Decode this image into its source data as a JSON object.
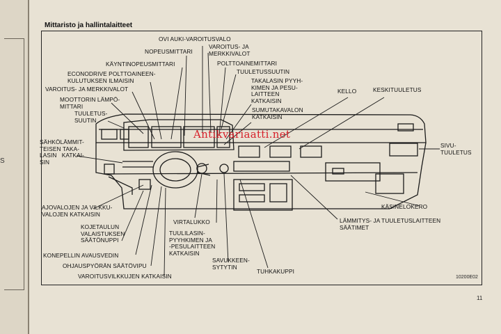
{
  "title": "Mittaristo ja hallintalaitteet",
  "labels": [
    {
      "id": "ovi",
      "text": "OVI AUKI-VAROITUSVALO"
    },
    {
      "id": "nopeus",
      "text": "NOPEUSMITTARI"
    },
    {
      "id": "varoitus_r",
      "text": "VAROITUS- JA\nMERKKIVALOT"
    },
    {
      "id": "kaynti",
      "text": "KÄYNTINOPEUSMITTARI"
    },
    {
      "id": "polttoaine",
      "text": "POLTTOAINEMITTARI"
    },
    {
      "id": "econo",
      "text": "ECONODRIVE POLTTOAINEEN-\nKULUTUKSEN ILMAISIN"
    },
    {
      "id": "tuuletus_r",
      "text": "TUULETUSSUUTIN"
    },
    {
      "id": "takalasi_pyyh",
      "text": "TAKALASIN PYYH-\nKIMEN JA PESU-\nLAITTEEN\nKATKAISIN"
    },
    {
      "id": "varoitus_l",
      "text": "VAROITUS- JA MERKKIVALOT"
    },
    {
      "id": "lampo",
      "text": "MOOTTORIN LÄMPÖ-\nMITTARI"
    },
    {
      "id": "kello",
      "text": "KELLO"
    },
    {
      "id": "keskituuletus",
      "text": "KESKITUULETUS"
    },
    {
      "id": "tuuletus_l",
      "text": "TUULETUS-\nSUUTIN"
    },
    {
      "id": "sumutakavalo",
      "text": "SUMUTAKAVALON\nKATKAISIN"
    },
    {
      "id": "sahko_takalasi",
      "text": "SÄHKÖLÄMMIT-\nTEISEN TAKA-\nLASIN   KATKAI-\nSIN"
    },
    {
      "id": "sivutuuletus",
      "text": "SIVU-\nTUULETUS"
    },
    {
      "id": "ajovalot",
      "text": "AJOVALOJEN JA VILKKU-\nVALOJEN KATKAISIN"
    },
    {
      "id": "kasinelokero",
      "text": "KÄSINELOKERO"
    },
    {
      "id": "kojetaulu",
      "text": "KOJETAULUN\nVALAISTUKSEN\nSÄÄTÖNUPPI"
    },
    {
      "id": "virtalukko",
      "text": "VIRTALUKKO"
    },
    {
      "id": "lammitys",
      "text": "LÄMMITYS- JA TUULETUSLAITTEEN\nSÄÄTIMET"
    },
    {
      "id": "tuulilasi",
      "text": "TUULILASIN-\nPYYHKIMEN JA\n-PESULAITTEEN\nKATKAISIN"
    },
    {
      "id": "konepelti",
      "text": "KONEPELLIN AVAUSVEDIN"
    },
    {
      "id": "savukkeen",
      "text": "SAVUKKEEN-\nSYTYTIN"
    },
    {
      "id": "ohjauspyora",
      "text": "OHJAUSPYÖRÄN SÄÄTÖVIPU"
    },
    {
      "id": "tuhkakuppi",
      "text": "TUHKAKUPPI"
    },
    {
      "id": "vilkkuvalot",
      "text": "VAROITUSVILKKUJEN KATKAISIN"
    }
  ],
  "figure_code": "10200E02",
  "page_number": "11",
  "watermark": "Antikvariaatti.net",
  "left_page_fragment": "S"
}
